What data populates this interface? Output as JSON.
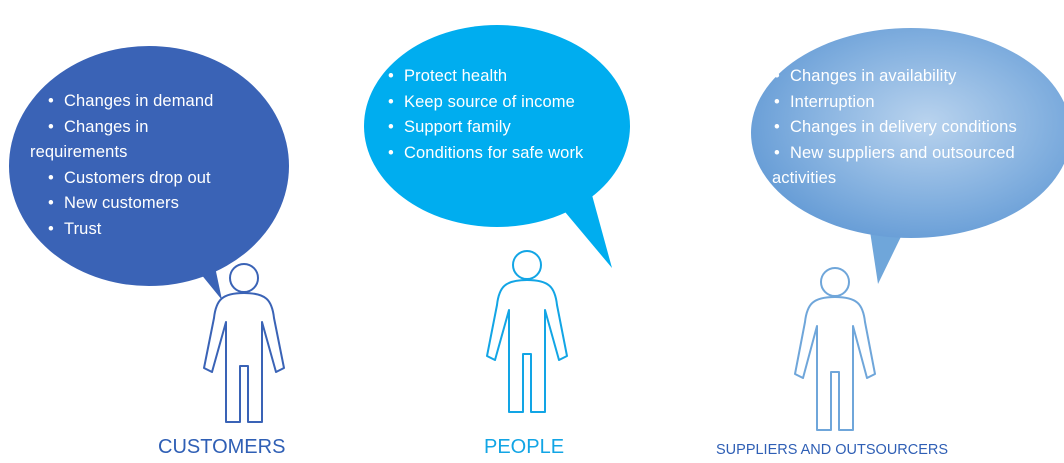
{
  "groups": {
    "customers": {
      "label": "CUSTOMERS",
      "color": "#2f5fb5",
      "bubble_color": "#3a63b6",
      "items": [
        "Changes in demand",
        "Changes in",
        "requirements",
        "Customers drop out",
        "New customers",
        "Trust"
      ]
    },
    "people": {
      "label": "PEOPLE",
      "color": "#12a5e5",
      "bubble_color": "#00adef",
      "items": [
        "Protect health",
        "Keep source of income",
        "Support family",
        "Conditions for safe work"
      ]
    },
    "suppliers": {
      "label": "SUPPLIERS AND OUTSOURCERS",
      "color": "#2f5fb5",
      "bubble_color": "#6fa6da",
      "items": [
        "Changes in availability",
        "Interruption",
        "Changes in delivery conditions",
        "New suppliers and outsourced",
        "activities"
      ]
    }
  },
  "icons": {
    "person": "person-outline-icon",
    "bullet": "•"
  }
}
